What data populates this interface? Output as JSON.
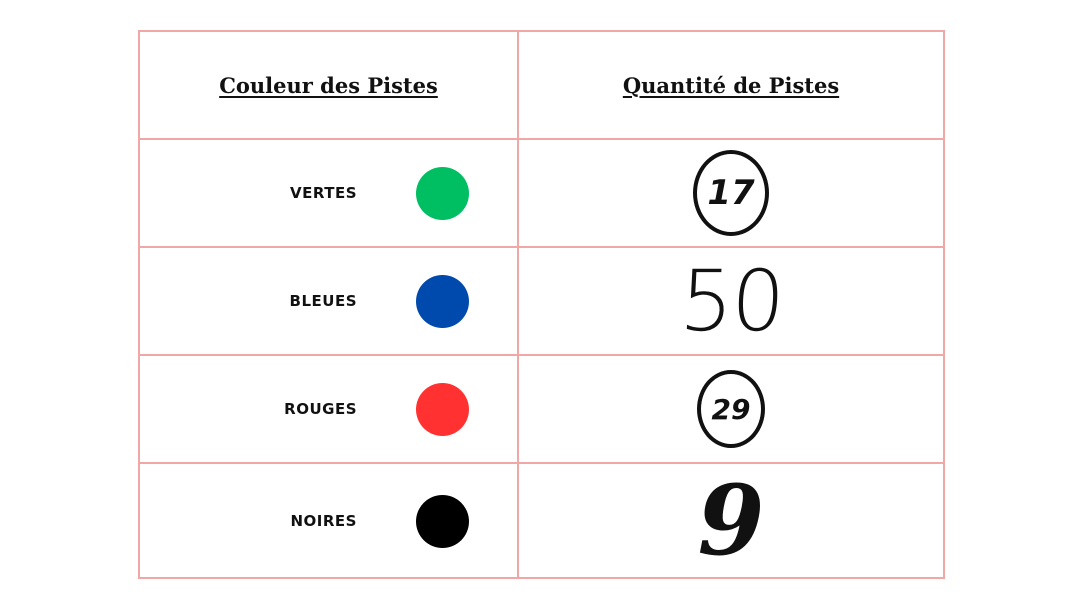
{
  "table": {
    "header_color": "Couleur des Pistes",
    "header_quantity": "Quantité de Pistes",
    "rows": [
      {
        "label": "VERTES",
        "color": "#00bf63",
        "quantity": "17",
        "style": "circled"
      },
      {
        "label": "BLEUES",
        "color": "#004aad",
        "quantity": "50",
        "style": "big-thin"
      },
      {
        "label": "ROUGES",
        "color": "#ff3131",
        "quantity": "29",
        "style": "circled small"
      },
      {
        "label": "NOIRES",
        "color": "#000000",
        "quantity": "9",
        "style": "big-bold"
      }
    ]
  }
}
